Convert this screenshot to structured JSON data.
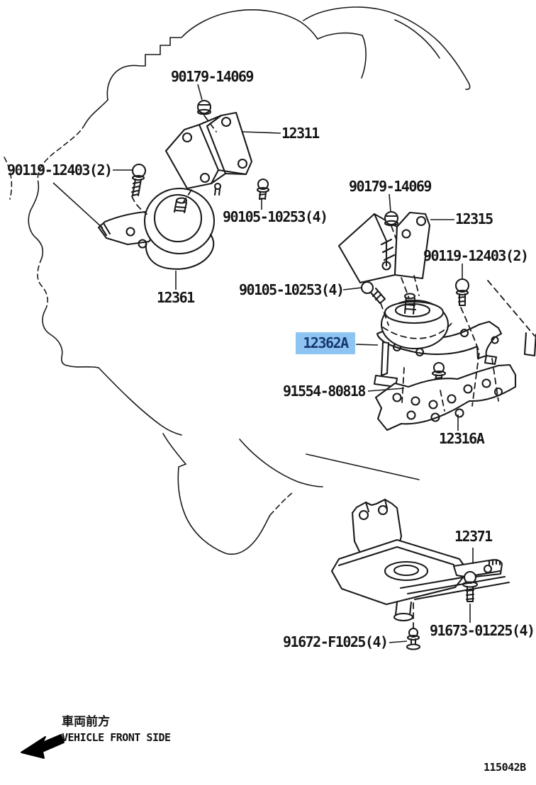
{
  "app": {
    "type": "parts-catalog-diagram",
    "subject": "engine mounting"
  },
  "highlight": {
    "bg": "#8EC4F2",
    "text": "#16386E"
  },
  "labels": {
    "nut_top": "90179-14069",
    "bracket_front": "12311",
    "bolt_left": "90119-12403(2)",
    "washer_bolt_a": "90105-10253(4)",
    "mount_front": "12361",
    "nut_right": "90179-14069",
    "bracket_rear": "12315",
    "bolt_right": "90119-12403(2)",
    "washer_bolt_b": "90105-10253(4)",
    "mount_rear": "12362A",
    "bolt_stay": "91554-80818",
    "bracket_stay": "12316A",
    "member_rear": "12371",
    "bolt_member": "91673-01225(4)",
    "bolt_member_small": "91672-F1025(4)"
  },
  "front_marker": {
    "jp": "車両前方",
    "en": "VEHICLE FRONT SIDE",
    "arrow_direction": "lower-left"
  },
  "figure_code": "115042B"
}
